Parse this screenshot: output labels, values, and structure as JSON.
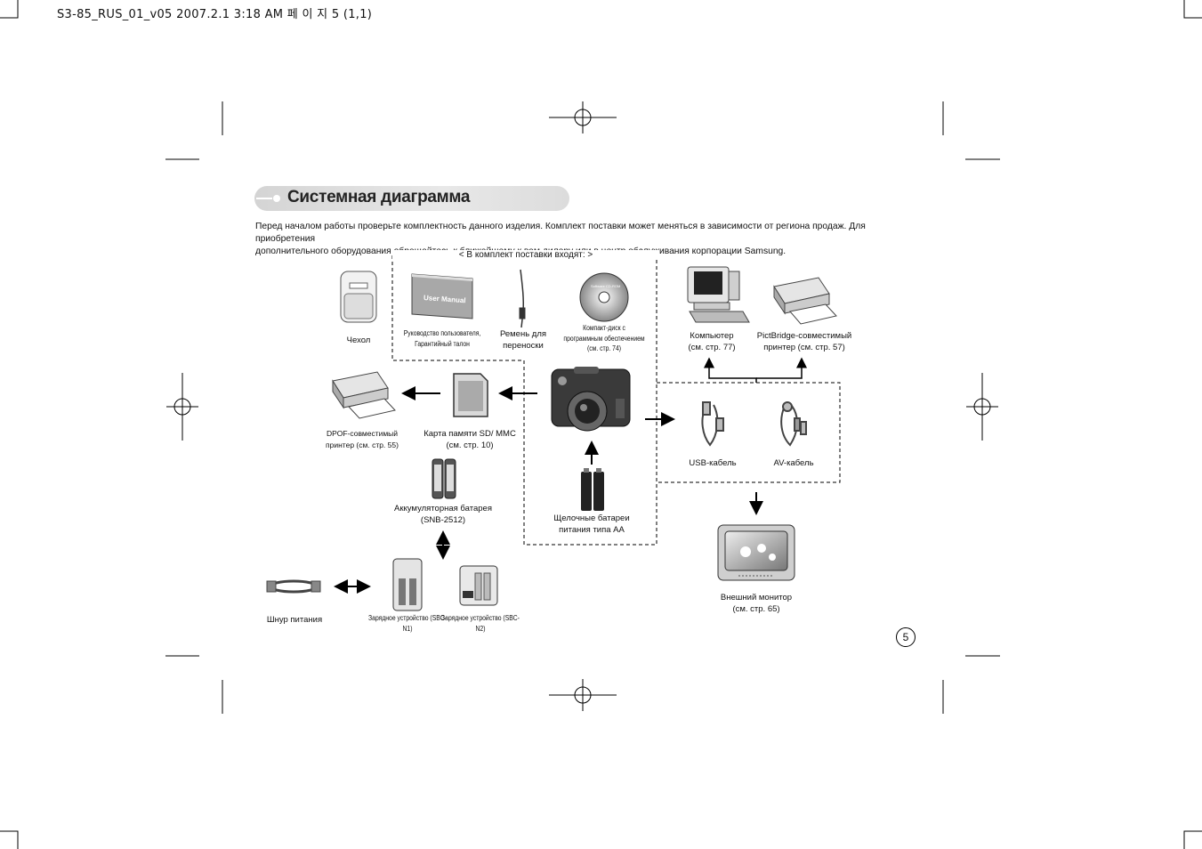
{
  "header": {
    "file_line": "S3-85_RUS_01_v05  2007.2.1 3:18 AM 페 이 지 5 (1,1)"
  },
  "section": {
    "title": "Системная диаграмма"
  },
  "intro": {
    "line1": "Перед началом работы проверьте комплектность данного изделия. Комплект поставки может меняться в зависимости от региона продаж.  Для приобретения",
    "line2": "дополнительного оборудования обращайтесь к ближайшему к вам дилеру или в центр обслуживания корпорации Samsung."
  },
  "included_label": "< В комплект поставки входят: >",
  "items": {
    "case": "Чехол",
    "manual": {
      "line1": "Руководство пользователя,",
      "line2": "Гарантийный талон",
      "box_text": "User Manual"
    },
    "strap": {
      "line1": "Ремень для",
      "line2": "переноски"
    },
    "cd": {
      "line1": "Компакт-диск с",
      "line2": "программным обеспечением",
      "line3": "(см. стр. 74)"
    },
    "computer": {
      "line1": "Компьютер",
      "line2": "(см. стр. 77)"
    },
    "pictbridge": {
      "line1": "PictBridge-совместимый",
      "line2": "принтер (см. стр. 57)"
    },
    "dpof": {
      "line1": "DPOF-совместимый",
      "line2": "принтер (см. стр. 55)"
    },
    "sdcard": {
      "line1": "Карта памяти SD/ MMC",
      "line2": "(см. стр. 10)"
    },
    "usb": "USB-кабель",
    "av": "AV-кабель",
    "rechargeable": {
      "line1": "Аккумуляторная батарея",
      "line2": "(SNB-2512)"
    },
    "alkaline": {
      "line1": "Щелочные батареи",
      "line2": "питания типа АА"
    },
    "monitor": {
      "line1": "Внешний монитор",
      "line2": "(см. стр. 65)"
    },
    "cord": "Шнур питания",
    "charger1": "Зарядное устройство (SBC-N1)",
    "charger2": "Зарядное устройство (SBC-N2)"
  },
  "page_number": "5"
}
